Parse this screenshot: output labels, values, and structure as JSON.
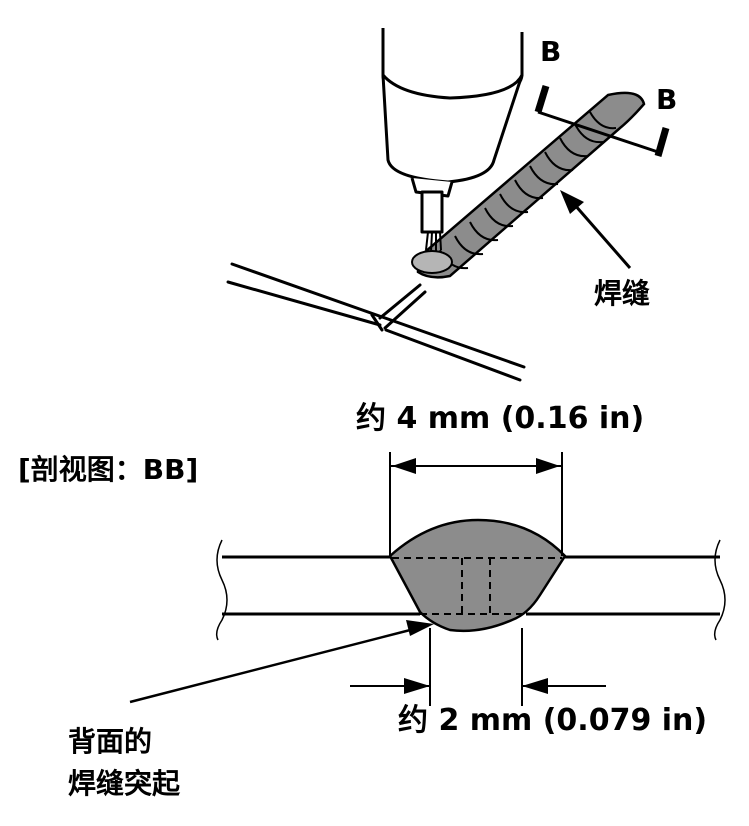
{
  "labels": {
    "section_b_left": "B",
    "section_b_right": "B",
    "weld": "焊缝",
    "top_width": "约 4 mm (0.16 in)",
    "section_view": "[剖视图：BB]",
    "bottom_width": "约 2 mm (0.079 in)",
    "back_bead_line1": "背面的",
    "back_bead_line2": "焊缝突起"
  },
  "colors": {
    "line": "#000000",
    "weld_fill": "#8c8c8c",
    "torch_fill": "#ffffff",
    "background": "#ffffff"
  }
}
